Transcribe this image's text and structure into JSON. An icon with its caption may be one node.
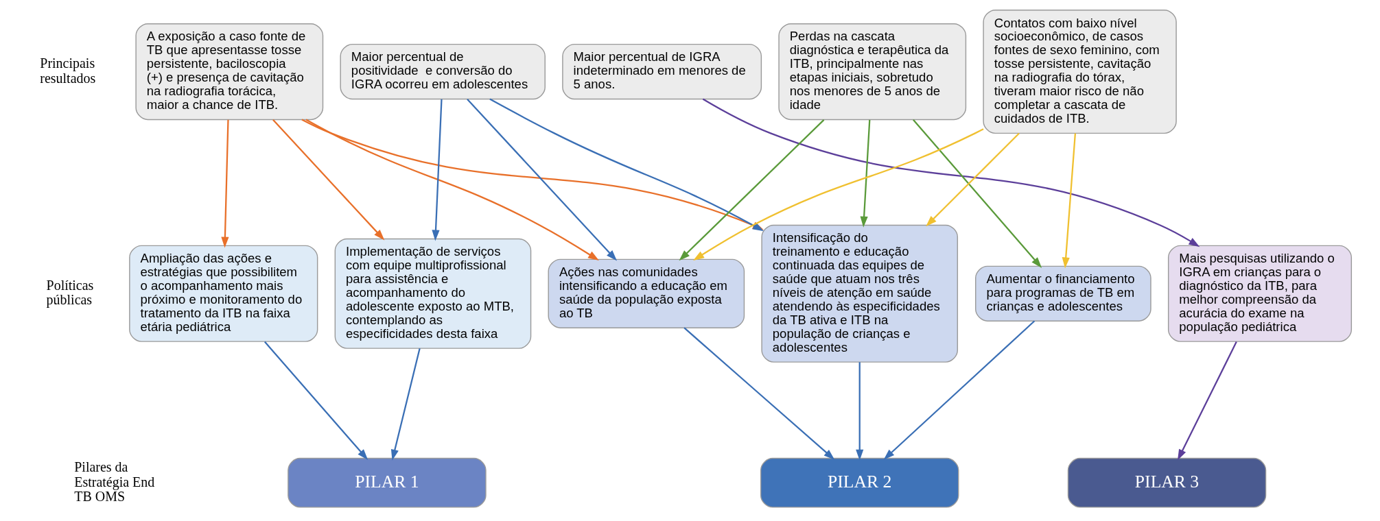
{
  "diagram": {
    "nodes": [
      {
        "text": [
          "A exposição a caso fonte de TB que apresentasse tosse persistente, baciloscopia (+) e presença de cavitação na radiografia torácica, maior a chance de ITB."
        ]
      },
      {
        "text": [
          "Maior percentual de positividade  e conversão do IGRA ocorreu em adolescentes"
        ]
      },
      {
        "text": [
          "Maior percentual de IGRA indeterminado em menores de 5 anos."
        ]
      },
      {
        "text": [
          "Perdas na cascata diagnóstica e terapêutica da ITB, principalmente nas etapas iniciais, sobretudo nos menores de 5 anos de idade"
        ]
      },
      {
        "text": [
          "Contatos com baixo nível socioeconômico, de casos fontes de sexo feminino, com tosse persistente, cavitação na radiografia do tórax, tiveram maior risco de não completar a cascata de cuidados de ITB."
        ]
      },
      {
        "text": [
          "Ampliação das ações e estratégias que possibilitem o acompanhamento mais próximo e monitoramento do tratamento da ITB na faixa etária pediátrica"
        ]
      },
      {
        "text": [
          "Implementação de serviços com equipe multiprofissional para assistência e acompanhamento do adolescente exposto ao MTB, contemplando as especificidades desta faixa"
        ]
      },
      {
        "text": [
          "Ações nas comunidades intensificando a educação em saúde da população exposta ao TB"
        ]
      },
      {
        "text": [
          "Intensificação do treinamento e educação continuada das equipes de saúde que atuam nos três níveis de atenção em saúde atendendo às especificidades da TB ativa e ITB na população de crianças e adolescentes"
        ]
      },
      {
        "text": [
          "Aumentar o financiamento para programas de TB em crianças e adolescentes"
        ]
      },
      {
        "text": [
          "Mais pesquisas utilizando o IGRA em crianças para o diagnóstico da ITB, para melhor compreensão da acurácia do exame na população pediátrica"
        ]
      },
      {
        "text": [
          "PILAR 1"
        ]
      },
      {
        "text": [
          "PILAR 2"
        ]
      },
      {
        "text": [
          "PILAR 3"
        ]
      }
    ],
    "edges": [
      {
        "from": 0,
        "to": 5,
        "arrow": "to",
        "color": "#e8702a"
      },
      {
        "from": 0,
        "to": 6,
        "arrow": "to",
        "color": "#e8702a"
      },
      {
        "from": 0,
        "to": 7,
        "arrow": "to",
        "color": "#e8702a"
      },
      {
        "from": 0,
        "to": 8,
        "arrow": "to",
        "color": "#e8702a"
      },
      {
        "from": 1,
        "to": 6,
        "arrow": "to"
      },
      {
        "from": 1,
        "to": 7,
        "arrow": "to"
      },
      {
        "from": 1,
        "to": 8,
        "arrow": "to"
      },
      {
        "from": 2,
        "to": 10,
        "arrow": "to",
        "color": "#5c3f9a"
      },
      {
        "from": 3,
        "to": 7,
        "arrow": "to",
        "color": "#5a9a3a"
      },
      {
        "from": 3,
        "to": 8,
        "arrow": "to",
        "color": "#5a9a3a"
      },
      {
        "from": 3,
        "to": 9,
        "arrow": "to",
        "color": "#5a9a3a"
      },
      {
        "from": 4,
        "to": 7,
        "arrow": "to",
        "color": "#f0c030"
      },
      {
        "from": 4,
        "to": 8,
        "arrow": "to",
        "color": "#f0c030"
      },
      {
        "from": 4,
        "to": 9,
        "arrow": "to",
        "color": "#f0c030"
      },
      {
        "from": 5,
        "to": 11,
        "arrow": "to"
      },
      {
        "from": 6,
        "to": 11,
        "arrow": "to"
      },
      {
        "from": 7,
        "to": 12,
        "arrow": "to"
      },
      {
        "from": 8,
        "to": 12,
        "arrow": "to"
      },
      {
        "from": 9,
        "to": 12,
        "arrow": "to"
      },
      {
        "from": 10,
        "to": 13,
        "arrow": "to",
        "color": "#5c3f9a"
      }
    ],
    "labels": [
      "Principais resultados",
      "Políticas públicas",
      "Pilares da Estratégia End TB OMS"
    ]
  }
}
